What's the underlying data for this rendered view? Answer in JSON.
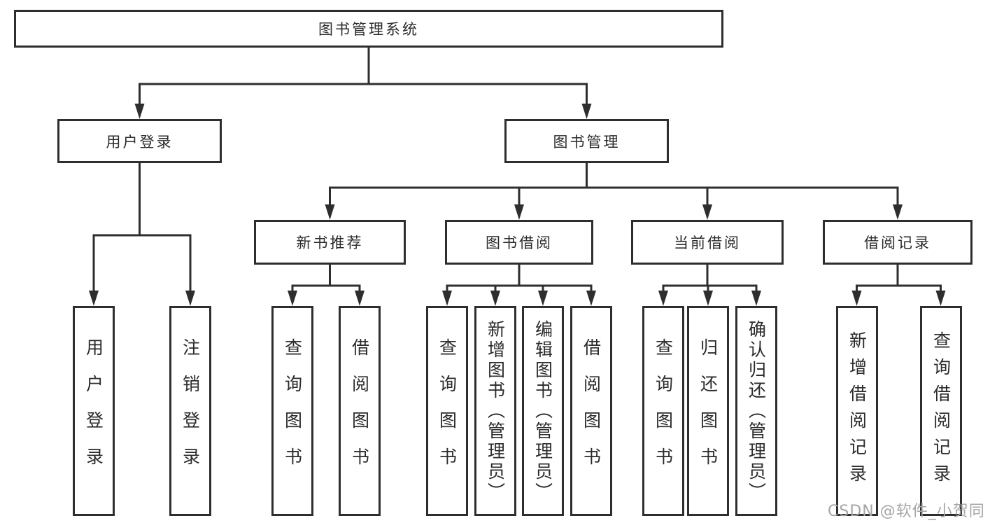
{
  "diagram": {
    "root": {
      "label": "图书管理系统"
    },
    "branches": [
      {
        "label": "用户登录",
        "children": [
          {
            "label": "用户登录"
          },
          {
            "label": "注销登录"
          }
        ]
      },
      {
        "label": "图书管理",
        "children": [
          {
            "label": "新书推荐",
            "children": [
              {
                "label": "查询图书"
              },
              {
                "label": "借阅图书"
              }
            ]
          },
          {
            "label": "图书借阅",
            "children": [
              {
                "label": "查询图书"
              },
              {
                "label": "新增图书（管理员）"
              },
              {
                "label": "编辑图书（管理员）"
              },
              {
                "label": "借阅图书"
              }
            ]
          },
          {
            "label": "当前借阅",
            "children": [
              {
                "label": "查询图书"
              },
              {
                "label": "归还图书"
              },
              {
                "label": "确认归还（管理员）"
              }
            ]
          },
          {
            "label": "借阅记录",
            "children": [
              {
                "label": "新增借阅记录"
              },
              {
                "label": "查询借阅记录"
              }
            ]
          }
        ]
      }
    ],
    "watermark": "CSDN @软件_小贺同学",
    "colors": {
      "line": "#2e2e2e",
      "box_border": "#2e2e2e",
      "text": "#2b2b2b",
      "watermark": "#a6a6a6",
      "background": "#ffffff"
    }
  }
}
